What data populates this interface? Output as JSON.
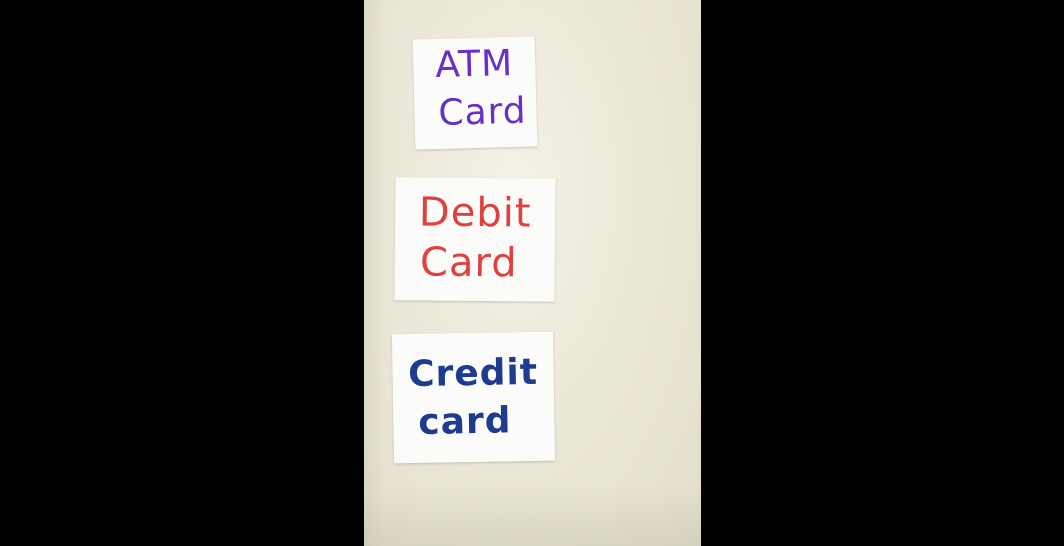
{
  "notes": [
    {
      "line1": "ATM",
      "line2": "Card",
      "color": "#6a2fc4"
    },
    {
      "line1": "Debit",
      "line2": "Card",
      "color": "#e0413e"
    },
    {
      "line1": "Credit",
      "line2": "card",
      "color": "#1e3c8e"
    }
  ]
}
